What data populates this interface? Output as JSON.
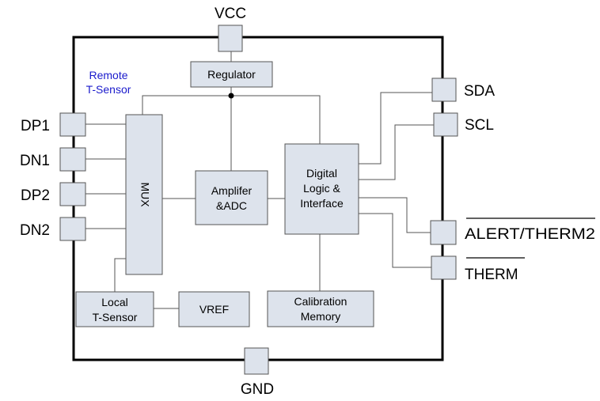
{
  "pins": {
    "vcc": "VCC",
    "gnd": "GND",
    "dp1": "DP1",
    "dn1": "DN1",
    "dp2": "DP2",
    "dn2": "DN2",
    "sda": "SDA",
    "scl": "SCL",
    "alert": "ALERT/THERM2",
    "therm": "THERM"
  },
  "blocks": {
    "regulator": [
      "Regulator"
    ],
    "mux": [
      "MUX"
    ],
    "amplifier": [
      "Amplifer",
      "&ADC"
    ],
    "digital_logic": [
      "Digital",
      "Logic &",
      "Interface"
    ],
    "local_sensor": [
      "Local",
      "T-Sensor"
    ],
    "vref": [
      "VREF"
    ],
    "calibration": [
      "Calibration",
      "Memory"
    ]
  },
  "notes": {
    "remote_sensor": [
      "Remote",
      "T-Sensor"
    ]
  },
  "colors": {
    "block_fill": "#dde3ec",
    "block_stroke": "#555555",
    "chip_outline": "#000000",
    "note_text": "#1a1acc"
  }
}
